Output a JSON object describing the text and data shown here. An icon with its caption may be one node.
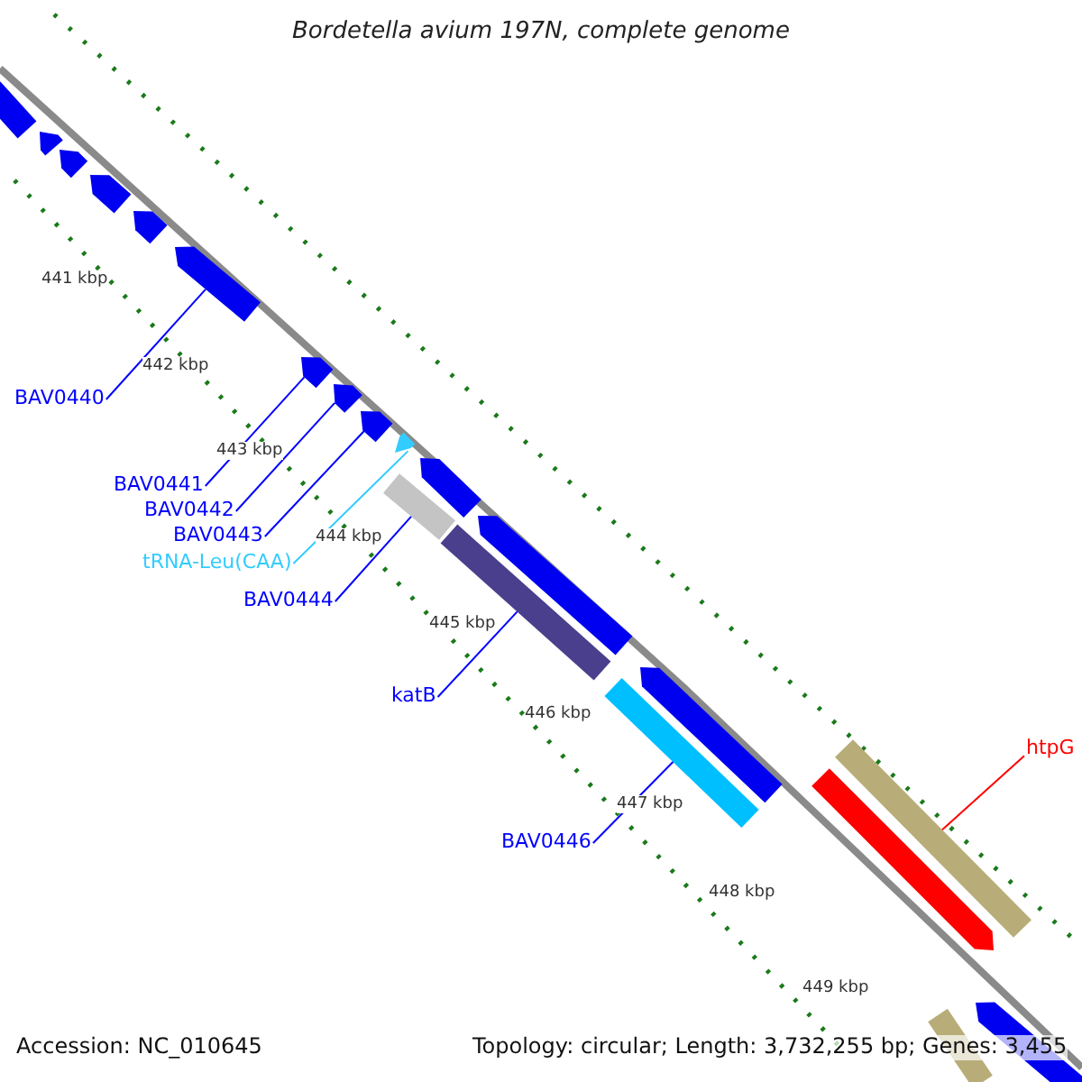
{
  "diagram": {
    "title": "Bordetella avium 197N, complete genome",
    "nodes": [
      {
        "text": [
          "BAV0440"
        ]
      },
      {
        "text": [
          "BAV0441"
        ]
      },
      {
        "text": [
          "BAV0442"
        ]
      },
      {
        "text": [
          "BAV0443"
        ]
      },
      {
        "text": [
          "tRNA-Leu(CAA)"
        ]
      },
      {
        "text": [
          "BAV0444"
        ]
      },
      {
        "text": [
          "katB"
        ]
      },
      {
        "text": [
          "BAV0446"
        ]
      },
      {
        "text": [
          "htpG"
        ]
      },
      {
        "text": [],
        "shape": "bar"
      },
      {
        "text": [],
        "shape": "pentagon"
      },
      {
        "text": [],
        "shape": "pentagon"
      },
      {
        "text": [],
        "shape": "pentagon"
      },
      {
        "text": [],
        "shape": "pentagon"
      },
      {
        "text": [],
        "shape": "pentagon"
      },
      {
        "text": [],
        "shape": "pentagon"
      },
      {
        "text": [],
        "shape": "pentagon"
      },
      {
        "text": [],
        "shape": "pentagon"
      },
      {
        "text": [],
        "shape": "triangle"
      },
      {
        "text": [],
        "shape": "bar"
      },
      {
        "text": [],
        "shape": "pentagon"
      },
      {
        "text": [],
        "shape": "bar"
      },
      {
        "text": [],
        "shape": "pentagon"
      },
      {
        "text": [],
        "shape": "bar"
      },
      {
        "text": [],
        "shape": "pentagon"
      },
      {
        "text": [],
        "shape": "pentagon"
      },
      {
        "text": [],
        "shape": "bar"
      },
      {
        "text": [],
        "shape": "bar"
      },
      {
        "text": [],
        "shape": "pentagon"
      }
    ],
    "edges": [
      {
        "from": 0,
        "to": 14,
        "arrow": "none"
      },
      {
        "from": 1,
        "to": 15,
        "arrow": "none"
      },
      {
        "from": 2,
        "to": 16,
        "arrow": "none"
      },
      {
        "from": 3,
        "to": 17,
        "arrow": "none"
      },
      {
        "from": 4,
        "to": 18,
        "arrow": "none",
        "color": "#33ccff"
      },
      {
        "from": 5,
        "to": 19,
        "arrow": "none"
      },
      {
        "from": 6,
        "to": 21,
        "arrow": "none"
      },
      {
        "from": 7,
        "to": 23,
        "arrow": "none"
      },
      {
        "from": 8,
        "to": 26,
        "arrow": "none",
        "color": "#ff0000"
      }
    ],
    "labels": [
      "441 kbp",
      "442 kbp",
      "443 kbp",
      "444 kbp",
      "445 kbp",
      "446 kbp",
      "447 kbp",
      "448 kbp",
      "449 kbp",
      "Accession: NC_010645",
      "Topology: circular; Length: 3,732,255 bp; Genes: 3,455"
    ]
  }
}
